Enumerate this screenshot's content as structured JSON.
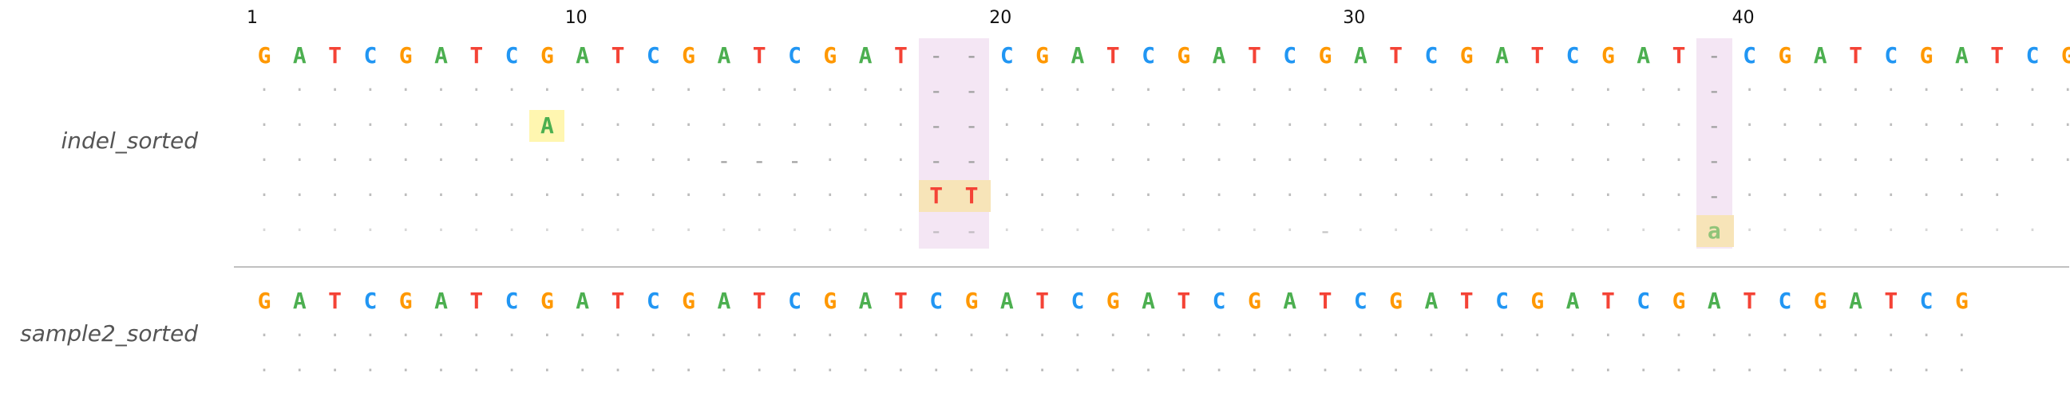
{
  "colors": {
    "A": "#4caf50",
    "C": "#2196f3",
    "G": "#ff9800",
    "T": "#f44336",
    "snv_highlight": "#fff6b0",
    "insertion_col": "#f4e6f4",
    "insertion_match": "#f7e4b8",
    "dot": "#bdbdbd",
    "gap": "#9a9a9a"
  },
  "ruler": {
    "labels": [
      {
        "text": "1",
        "col": 0
      },
      {
        "text": "10",
        "col": 9
      },
      {
        "text": "20",
        "col": 21
      },
      {
        "text": "30",
        "col": 31
      },
      {
        "text": "40",
        "col": 42
      }
    ]
  },
  "tracks": [
    {
      "label": "indel_sorted",
      "reference": "GATCGATCGATCGATCGAT--CGATCGATCGATCGATCGAT-CGATCGATCG",
      "insertion_columns": [
        19,
        20,
        41
      ],
      "reads": [
        {
          "start": 0,
          "end": 51,
          "faint": false,
          "cells": {
            "19": "-",
            "20": "-",
            "41": "-"
          }
        },
        {
          "start": 0,
          "end": 51,
          "faint": false,
          "cells": {
            "8": "A",
            "19": "-",
            "20": "-",
            "41": "-"
          },
          "highlights": [
            8
          ]
        },
        {
          "start": 0,
          "end": 51,
          "faint": false,
          "cells": {
            "13": "-",
            "14": "-",
            "15": "-",
            "19": "-",
            "20": "-",
            "41": "-"
          }
        },
        {
          "start": 0,
          "end": 49,
          "faint": false,
          "cells": {
            "19": "T",
            "20": "T",
            "41": "-"
          },
          "insertion_match": [
            19,
            20
          ]
        },
        {
          "start": 0,
          "end": 50,
          "faint": true,
          "cells": {
            "19": "-",
            "20": "-",
            "30": "-",
            "41": "a"
          },
          "insertion_match": [
            41
          ]
        }
      ]
    },
    {
      "label": "sample2_sorted",
      "reference": "GATCGATCGATCGATCGATCGATCGATCGATCGATCGATCGATCGATCG",
      "insertion_columns": [],
      "reads": [
        {
          "start": 0,
          "end": 48,
          "faint": false,
          "cells": {}
        },
        {
          "start": 0,
          "end": 48,
          "faint": false,
          "cells": {}
        }
      ]
    }
  ]
}
